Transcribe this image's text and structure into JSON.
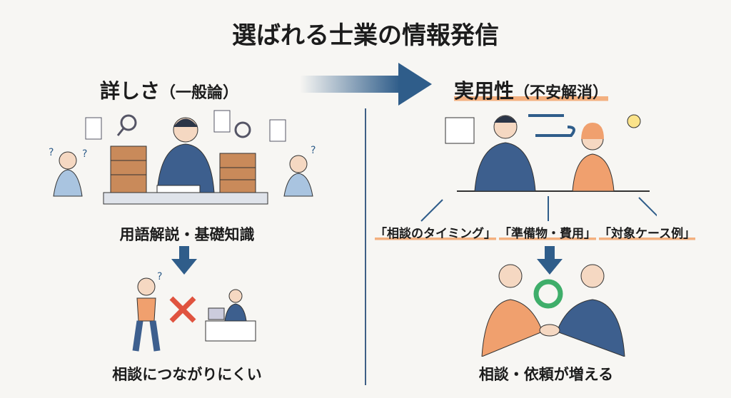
{
  "title": "選ばれる士業の情報発信",
  "left": {
    "heading": "詳しさ",
    "heading_sub": "（一般論）",
    "caption_top": "用語解説・基礎知識",
    "caption_bottom": "相談につながりにくい",
    "mark": "cross"
  },
  "right": {
    "heading": "実用性",
    "heading_sub": "（不安解消）",
    "tags": [
      "「相談のタイミング」",
      "「準備物・費用」",
      "「対象ケース例」"
    ],
    "caption_bottom": "相談・依頼が増える",
    "mark": "circle"
  },
  "colors": {
    "navy": "#2f5d8a",
    "orange": "#f3b07f",
    "red": "#e0533f",
    "green": "#3fae6a"
  }
}
